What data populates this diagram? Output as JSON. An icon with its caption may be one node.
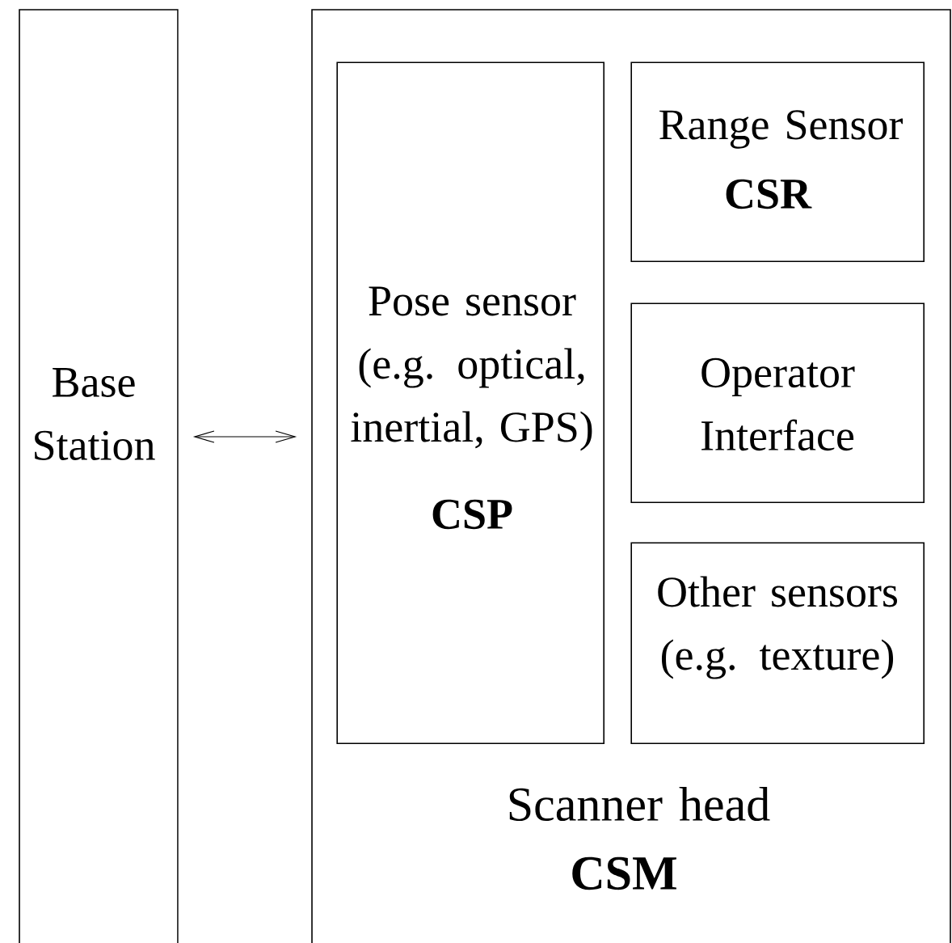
{
  "diagram": {
    "nodes": [
      {
        "text": [
          "Base Station"
        ]
      },
      {
        "text": [
          "Scanner head",
          "CSM"
        ]
      },
      {
        "text": [
          "Pose sensor (e.g. optical, inertial, GPS)",
          "CSP"
        ],
        "in": 1
      },
      {
        "text": [
          "Range Sensor",
          "CSR"
        ],
        "in": 1
      },
      {
        "text": [
          "Operator Interface"
        ],
        "in": 1
      },
      {
        "text": [
          "Other sensors (e.g. texture)"
        ],
        "in": 1
      }
    ],
    "edges": [
      {
        "from": 0,
        "to": 1,
        "arrow": "both"
      }
    ]
  }
}
